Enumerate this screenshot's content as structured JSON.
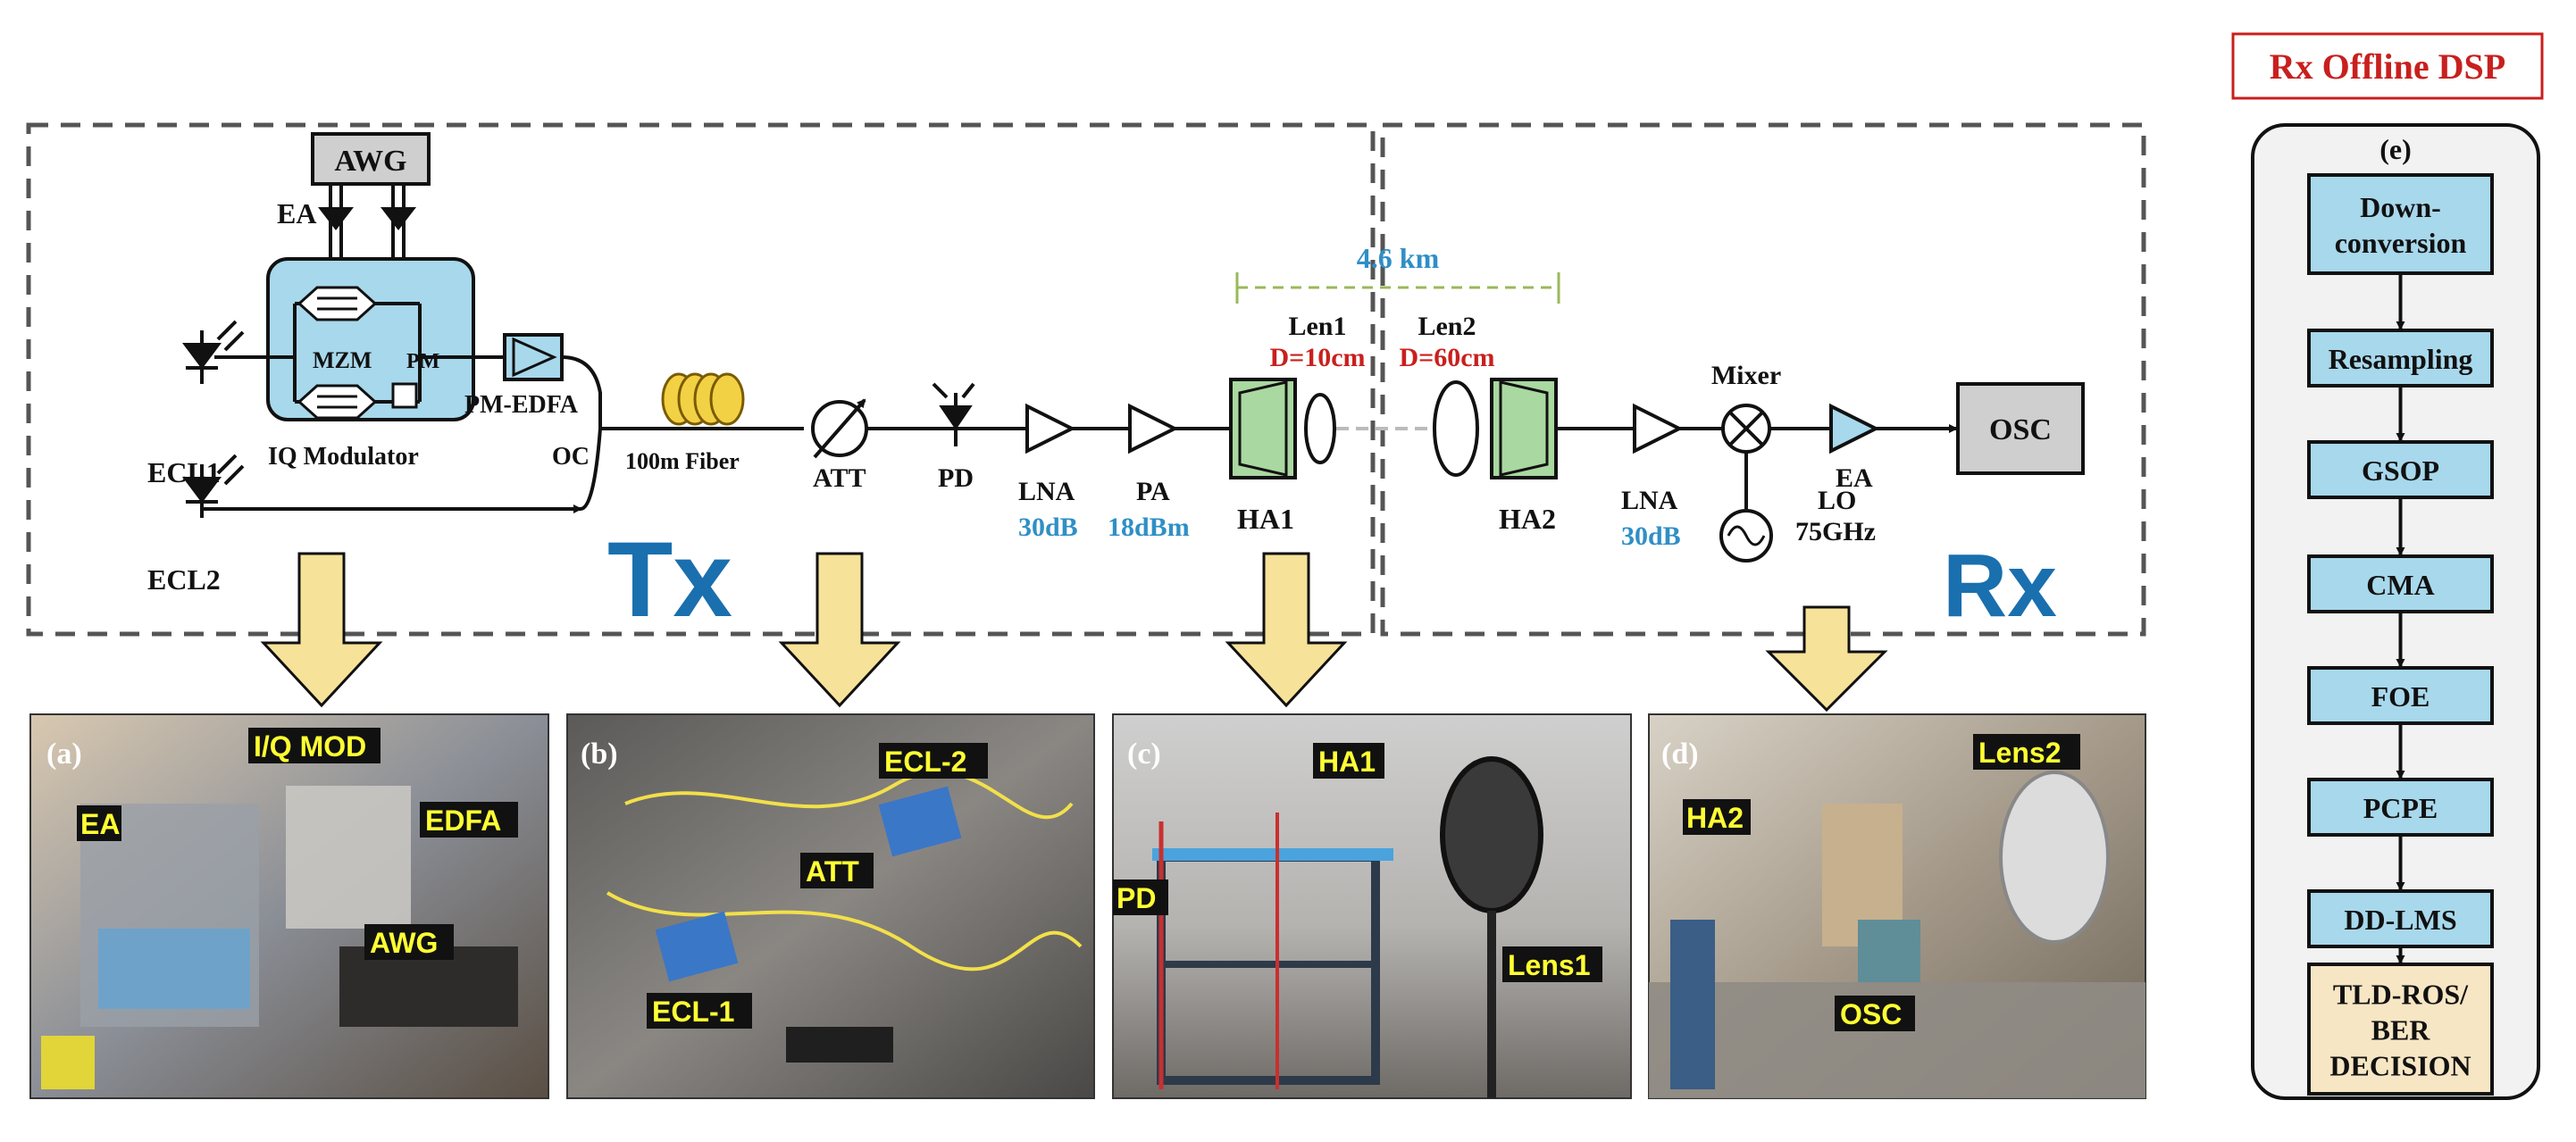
{
  "rx_dsp_title": "Rx Offline DSP",
  "tx_label": "Tx",
  "rx_label": "Rx",
  "tx": {
    "awg": "AWG",
    "ea": "EA",
    "mzm": "MZM",
    "pm": "PM",
    "iq_modulator": "IQ Modulator",
    "pm_edfa": "PM-EDFA",
    "oc": "OC",
    "ecl1": "ECL1",
    "ecl2": "ECL2",
    "fiber": "100m Fiber",
    "att": "ATT",
    "pd": "PD",
    "lna": "LNA",
    "lna_gain": "30dB",
    "pa": "PA",
    "pa_power": "18dBm",
    "ha1": "HA1"
  },
  "link": {
    "distance": "4.6 km",
    "len1": "Len1",
    "len1_d": "D=10cm",
    "len2": "Len2",
    "len2_d": "D=60cm"
  },
  "rx": {
    "ha2": "HA2",
    "lna": "LNA",
    "lna_gain": "30dB",
    "mixer": "Mixer",
    "lo": "LO",
    "lo_freq": "75GHz",
    "ea": "EA",
    "osc": "OSC"
  },
  "dsp": {
    "panel_letter": "(e)",
    "steps": [
      {
        "lines": [
          "Down-",
          "conversion"
        ]
      },
      {
        "lines": [
          "Resampling"
        ]
      },
      {
        "lines": [
          "GSOP"
        ]
      },
      {
        "lines": [
          "CMA"
        ]
      },
      {
        "lines": [
          "FOE"
        ]
      },
      {
        "lines": [
          "PCPE"
        ]
      },
      {
        "lines": [
          "DD-LMS"
        ]
      },
      {
        "lines": [
          "TLD-ROS/",
          "BER",
          "DECISION"
        ]
      }
    ]
  },
  "photos": [
    {
      "letter": "(a)",
      "labels": [
        "I/Q MOD",
        "EA",
        "EDFA",
        "AWG"
      ]
    },
    {
      "letter": "(b)",
      "labels": [
        "ECL-2",
        "ATT",
        "ECL-1"
      ]
    },
    {
      "letter": "(c)",
      "labels": [
        "HA1",
        "PD",
        "Lens1"
      ]
    },
    {
      "letter": "(d)",
      "labels": [
        "Lens2",
        "HA2",
        "OSC"
      ]
    }
  ],
  "colors": {
    "blue_text": "#2f8fc6",
    "red_text": "#c8201e",
    "modulator_fill": "#a8d8ec",
    "dsp_box_fill": "#a8d8ec",
    "decision_fill": "#f7e6c4",
    "arrow_fill": "#f7e29a"
  }
}
